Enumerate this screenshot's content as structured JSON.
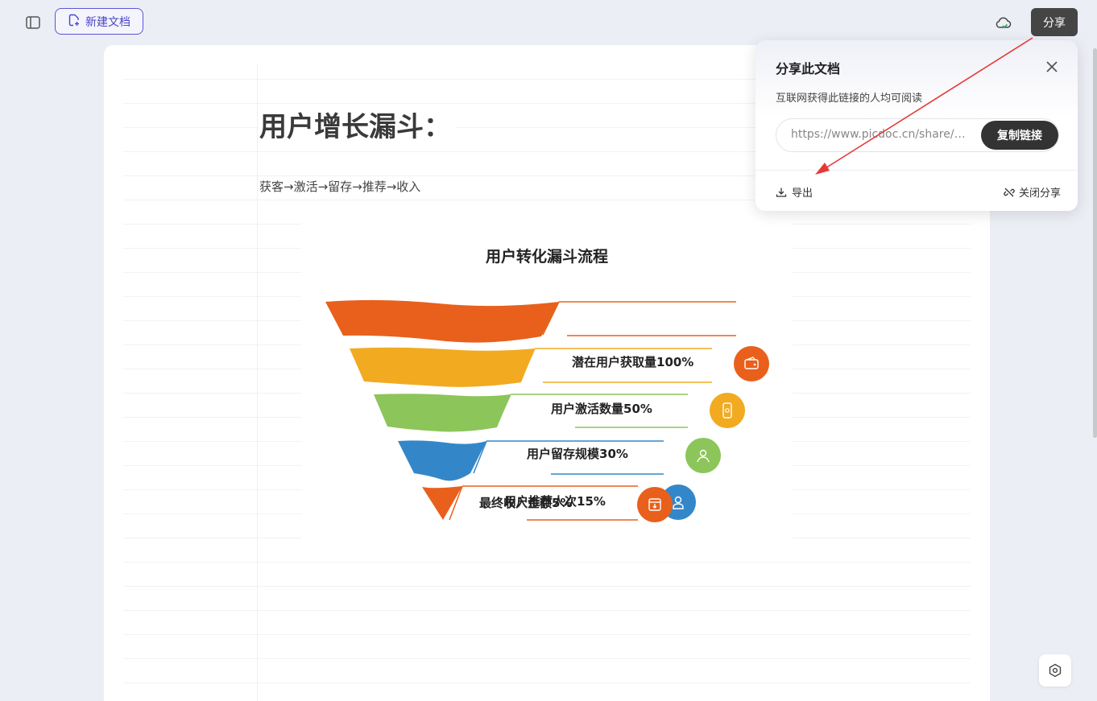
{
  "toolbar": {
    "new_doc_label": "新建文档",
    "share_label": "分享"
  },
  "document": {
    "title": "用户增长漏斗：",
    "subtitle": "获客→激活→留存→推荐→收入"
  },
  "infographic": {
    "title": "用户转化漏斗流程",
    "stages": [
      {
        "label": "潜在用户获取量100%",
        "color": "#e8601c",
        "icon": "wallet-icon"
      },
      {
        "label": "用户激活数量50%",
        "color": "#f2aa21",
        "icon": "phone-icon"
      },
      {
        "label": "用户留存规模30%",
        "color": "#8cc55a",
        "icon": "user-icon"
      },
      {
        "label": "用户推荐人次15%",
        "color": "#3387c9",
        "icon": "user-icon"
      },
      {
        "label": "最终收入金额5%",
        "color": "#e8601c",
        "icon": "calendar-icon"
      }
    ]
  },
  "share_panel": {
    "title": "分享此文档",
    "description": "互联网获得此链接的人均可阅读",
    "link_value": "https://www.picdoc.cn/share/16...",
    "copy_label": "复制链接",
    "export_label": "导出",
    "close_share_label": "关闭分享"
  },
  "colors": {
    "accent": "#5b54d6",
    "arrow": "#e53935",
    "share_button": "#454545"
  }
}
